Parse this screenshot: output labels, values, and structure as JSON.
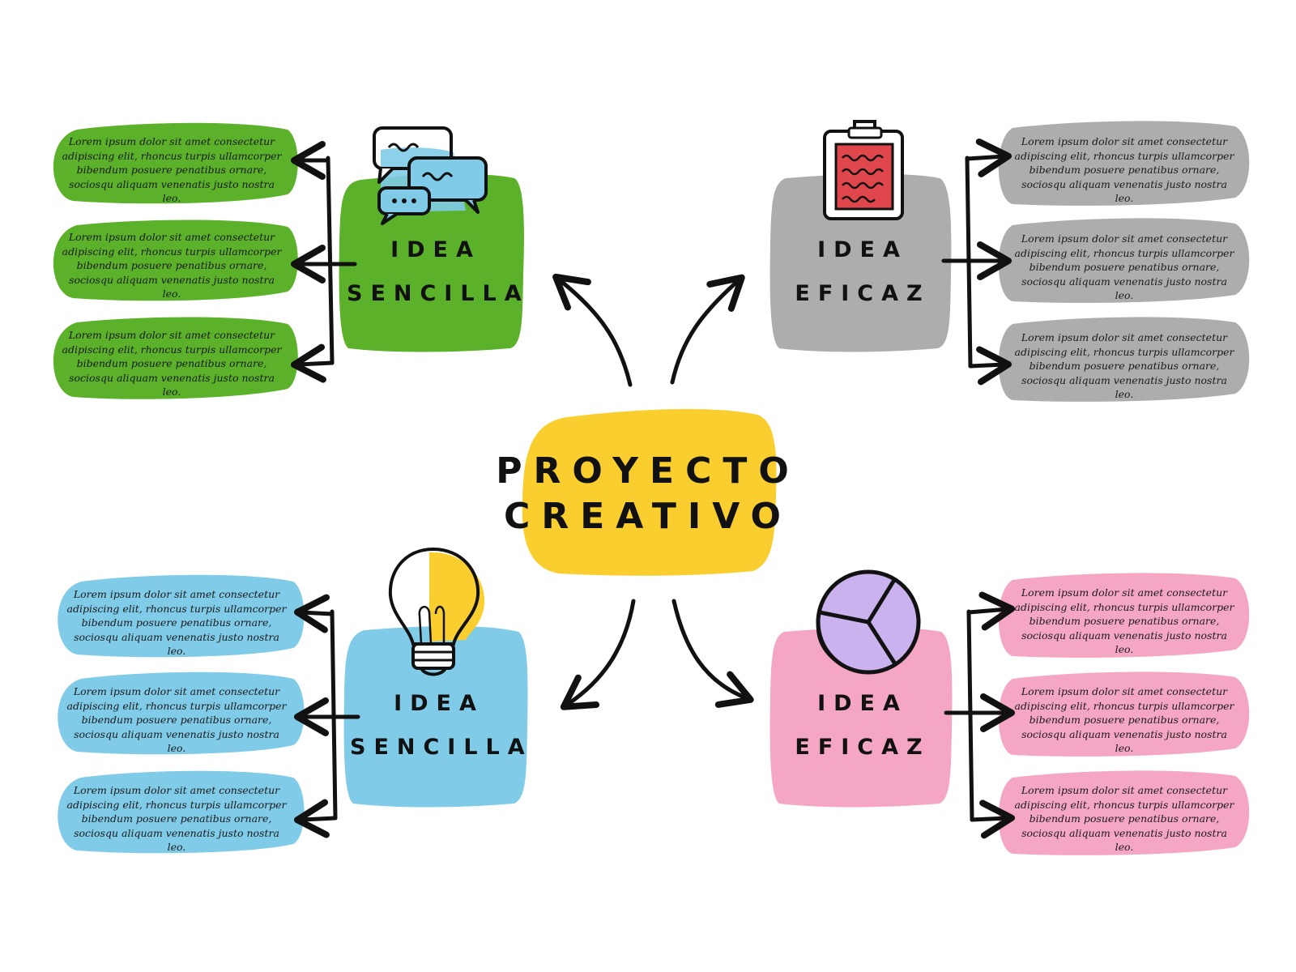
{
  "center": {
    "line1": "PROYECTO",
    "line2": "CREATIVO",
    "color": "#F9CE2E"
  },
  "branches": [
    {
      "id": "top-left",
      "title_line1": "IDEA",
      "title_line2": "SENCILLA",
      "color": "#5BB12A",
      "icon": "chat-bubbles-icon",
      "bubbles": [
        "Lorem ipsum dolor sit amet consectetur adipiscing elit, rhoncus turpis ullamcorper bibendum posuere penatibus ornare, sociosqu aliquam venenatis justo nostra leo.",
        "Lorem ipsum dolor sit amet consectetur adipiscing elit, rhoncus turpis ullamcorper bibendum posuere penatibus ornare, sociosqu aliquam venenatis justo nostra leo.",
        "Lorem ipsum dolor sit amet consectetur adipiscing elit, rhoncus turpis ullamcorper bibendum posuere penatibus ornare, sociosqu aliquam venenatis justo nostra leo."
      ]
    },
    {
      "id": "top-right",
      "title_line1": "IDEA",
      "title_line2": "EFICAZ",
      "color": "#ADADAD",
      "icon": "clipboard-icon",
      "bubbles": [
        "Lorem ipsum dolor sit amet consectetur adipiscing elit, rhoncus turpis ullamcorper bibendum posuere penatibus ornare, sociosqu aliquam venenatis justo nostra leo.",
        "Lorem ipsum dolor sit amet consectetur adipiscing elit, rhoncus turpis ullamcorper bibendum posuere penatibus ornare, sociosqu aliquam venenatis justo nostra leo.",
        "Lorem ipsum dolor sit amet consectetur adipiscing elit, rhoncus turpis ullamcorper bibendum posuere penatibus ornare, sociosqu aliquam venenatis justo nostra leo."
      ]
    },
    {
      "id": "bottom-left",
      "title_line1": "IDEA",
      "title_line2": "SENCILLA",
      "color": "#7FCBE8",
      "icon": "lightbulb-icon",
      "bubbles": [
        "Lorem ipsum dolor sit amet consectetur adipiscing elit, rhoncus turpis ullamcorper bibendum posuere penatibus ornare, sociosqu aliquam venenatis justo nostra leo.",
        "Lorem ipsum dolor sit amet consectetur adipiscing elit, rhoncus turpis ullamcorper bibendum posuere penatibus ornare, sociosqu aliquam venenatis justo nostra leo.",
        "Lorem ipsum dolor sit amet consectetur adipiscing elit, rhoncus turpis ullamcorper bibendum posuere penatibus ornare, sociosqu aliquam venenatis justo nostra leo."
      ]
    },
    {
      "id": "bottom-right",
      "title_line1": "IDEA",
      "title_line2": "EFICAZ",
      "color": "#F6A6C5",
      "icon": "pie-chart-icon",
      "bubbles": [
        "Lorem ipsum dolor sit amet consectetur adipiscing elit, rhoncus turpis ullamcorper bibendum posuere penatibus ornare, sociosqu aliquam venenatis justo nostra leo.",
        "Lorem ipsum dolor sit amet consectetur adipiscing elit, rhoncus turpis ullamcorper bibendum posuere penatibus ornare, sociosqu aliquam venenatis justo nostra leo.",
        "Lorem ipsum dolor sit amet consectetur adipiscing elit, rhoncus turpis ullamcorper bibendum posuere penatibus ornare, sociosqu aliquam venenatis justo nostra leo."
      ]
    }
  ]
}
